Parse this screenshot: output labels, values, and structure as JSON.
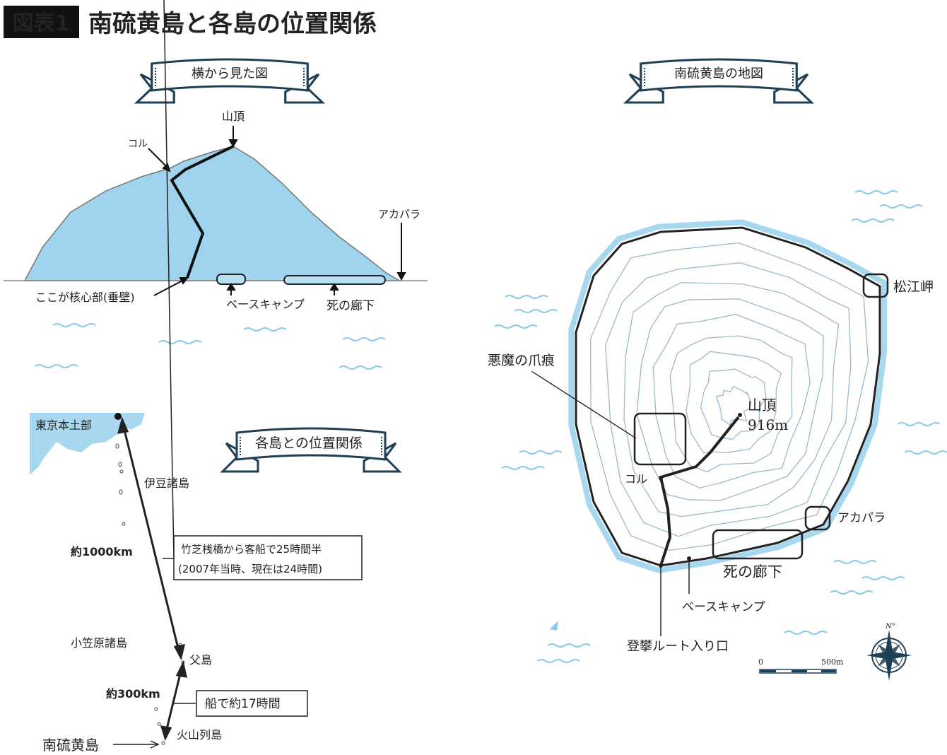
{
  "title": {
    "badge": "図表1",
    "text": "南硫黄島と各島の位置関係"
  },
  "side_view": {
    "ribbon": "横から見た図",
    "labels": {
      "summit": "山頂",
      "col": "コル",
      "akapara": "アカパラ",
      "crux": "ここが核心部(垂壁)",
      "base_camp": "ベースキャンプ",
      "death_corridor": "死の廊下"
    }
  },
  "position_map": {
    "ribbon": "各島との位置関係",
    "tokyo": "東京本土部",
    "izu": "伊豆諸島",
    "distance1": "約1000km",
    "note1_line1": "竹芝桟橋から客船で25時間半",
    "note1_line2": "(2007年当時、現在は24時間)",
    "ogasawara": "小笠原諸島",
    "chichijima": "父島",
    "distance2": "約300km",
    "note2": "船で約17時間",
    "kazan": "火山列島",
    "minami_iwo": "南硫黄島"
  },
  "island_map": {
    "ribbon": "南硫黄島の地図",
    "labels": {
      "matsue": "松江岬",
      "claw": "悪魔の爪痕",
      "summit": "山頂",
      "elevation": "916m",
      "col": "コル",
      "akapara": "アカパラ",
      "death_corridor": "死の廊下",
      "base_camp": "ベースキャンプ",
      "route_entry": "登攀ルート入り口"
    },
    "scale": {
      "start": "0",
      "end": "500m"
    },
    "compass": {
      "north": "N°"
    }
  },
  "colors": {
    "sea": "#a8d8ef",
    "mountain": "#9fd3ee",
    "ink": "#222222",
    "ribbon_ink": "#1f3f55"
  }
}
